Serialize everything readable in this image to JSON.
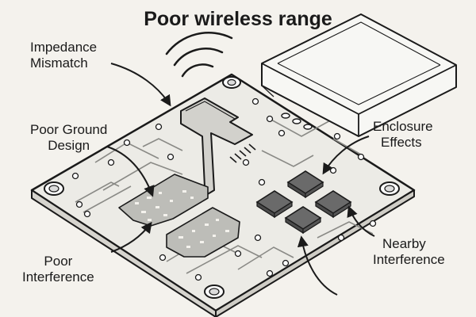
{
  "title": "Poor wireless range",
  "labels": {
    "impedance": [
      "Impedance",
      "Mismatch"
    ],
    "ground": [
      "Poor Ground",
      "Design"
    ],
    "enclosure": [
      "Enclosure",
      "Effects"
    ],
    "nearby": [
      "Nearby",
      "Interference"
    ],
    "poor_interference": [
      "Poor",
      "Interference"
    ]
  },
  "colors": {
    "ink": "#1a1a1a",
    "board": "#ecebe6",
    "copper": "#bdbdb8",
    "chip": "#666666",
    "background": "#f4f2ed"
  },
  "icons": [
    "wifi-signal-icon",
    "chip-icon",
    "mounting-hole-icon"
  ]
}
